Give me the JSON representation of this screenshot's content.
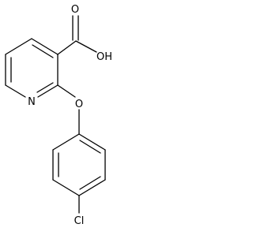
{
  "molecule": {
    "labels": {
      "carboxyl_oxygen": "O",
      "hydroxyl": "OH",
      "ring_nitrogen": "N",
      "ether_oxygen": "O",
      "chlorine": "Cl"
    }
  },
  "colors": {
    "bond": "#000000",
    "label": "#000000",
    "background": "#ffffff"
  }
}
